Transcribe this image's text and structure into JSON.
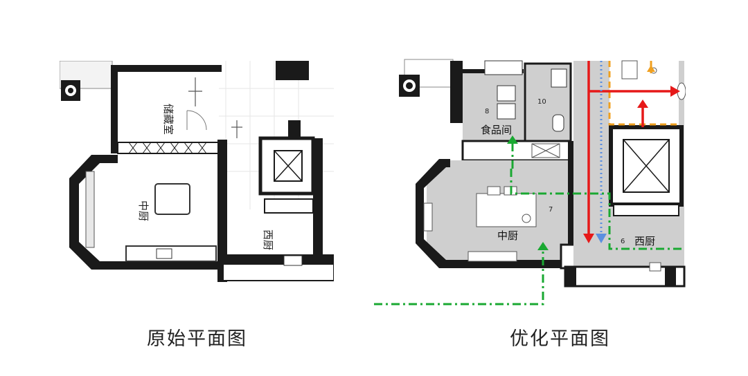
{
  "original": {
    "caption": "原始平面图",
    "rooms": {
      "storage": "储藏室",
      "chinese_kitchen": "中厨",
      "western_kitchen": "西厨"
    }
  },
  "optimized": {
    "caption": "优化平面图",
    "rooms": {
      "pantry_label": "食品间",
      "pantry_number": "8",
      "bath_number": "10",
      "chinese_kitchen_label": "中厨",
      "chinese_kitchen_number": "7",
      "western_kitchen_label": "西厨",
      "western_kitchen_number": "6"
    }
  },
  "colors": {
    "wall": "#1a1a1a",
    "floor_gray": "#d0d0d0",
    "route_green": "#1aa832",
    "route_red": "#e61919",
    "route_orange": "#f0a020",
    "route_blue": "#5b8fe0"
  }
}
